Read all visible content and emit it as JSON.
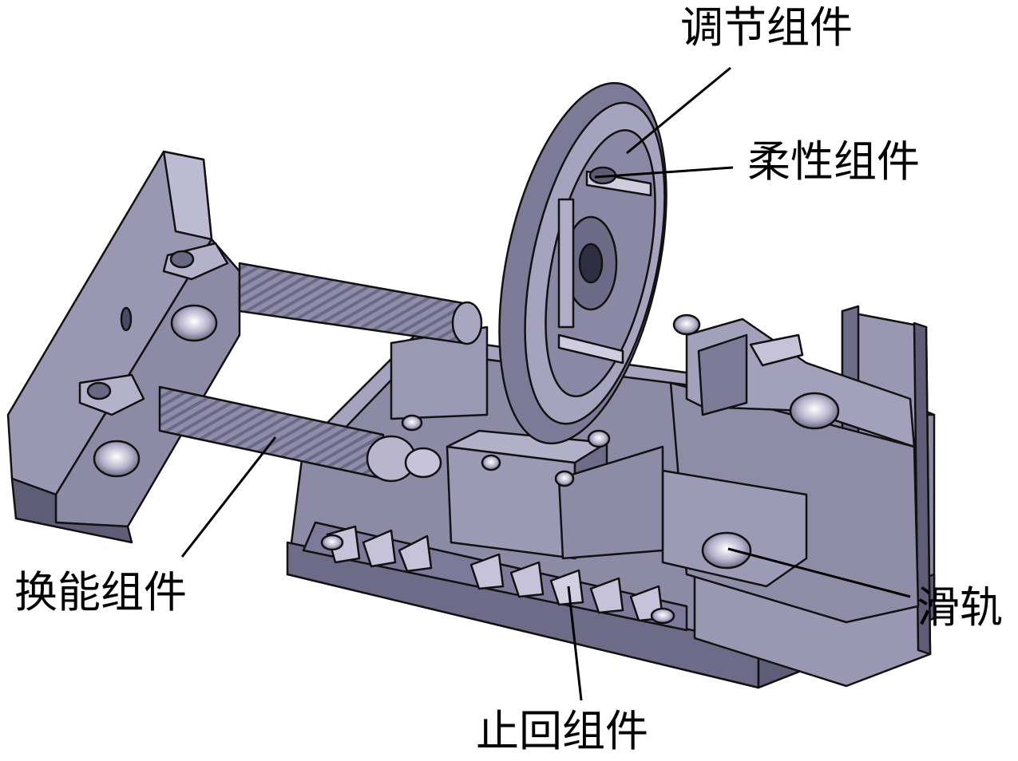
{
  "labels": {
    "adjust": "调节组件",
    "flex": "柔性组件",
    "energy": "换能组件",
    "rail": "滑轨",
    "check": "止回组件"
  },
  "colors": {
    "part_fill": "#8d8aa6",
    "part_light": "#aaa7c2",
    "part_dark": "#5f5c78",
    "edge": "#111111",
    "leader_line": "#000000"
  }
}
